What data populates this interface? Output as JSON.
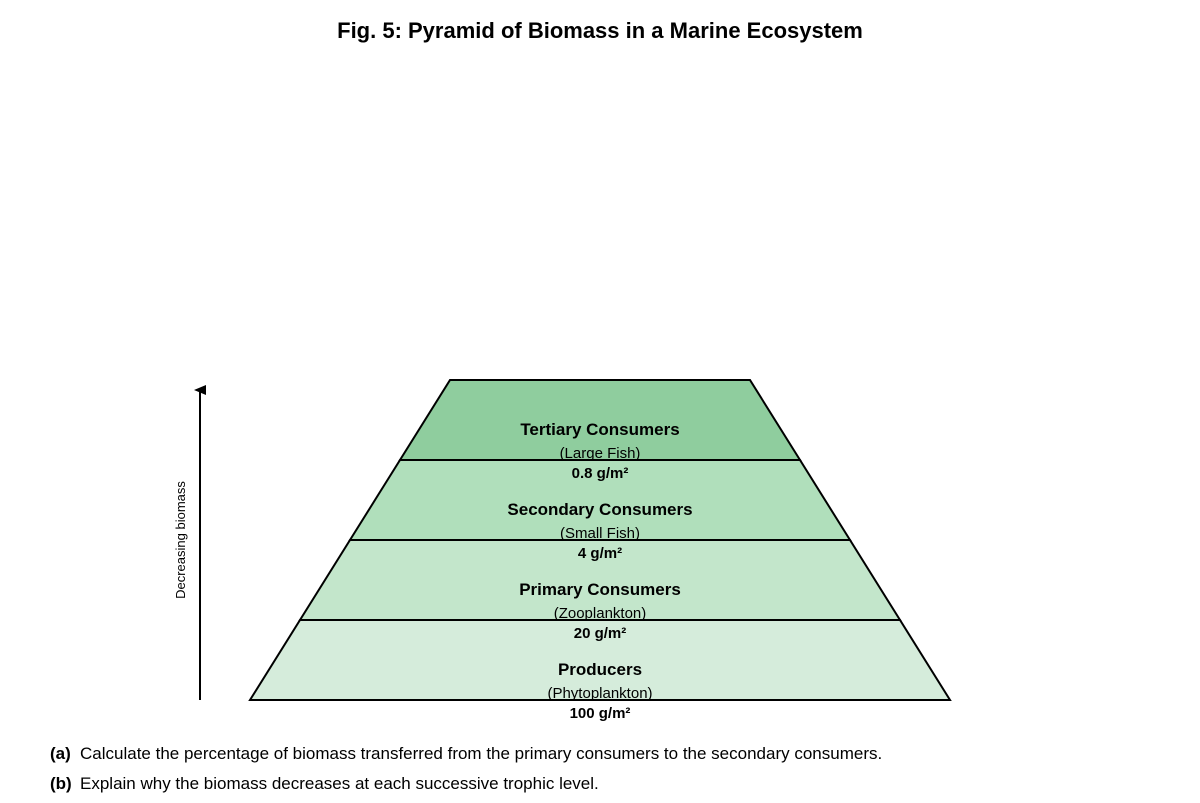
{
  "title": "Fig. 5: Pyramid of Biomass in a Marine Ecosystem",
  "axis_label": "Decreasing biomass",
  "levels": [
    {
      "name": "Tertiary Consumers",
      "organism": "(Large Fish)",
      "biomass": "0.8 g/m²",
      "color": "#8fcd9e"
    },
    {
      "name": "Secondary Consumers",
      "organism": "(Small Fish)",
      "biomass": "4 g/m²",
      "color": "#b0dfbb"
    },
    {
      "name": "Primary Consumers",
      "organism": "(Zooplankton)",
      "biomass": "20 g/m²",
      "color": "#c3e6cb"
    },
    {
      "name": "Producers",
      "organism": "(Phytoplankton)",
      "biomass": "100 g/m²",
      "color": "#d5ecdb"
    }
  ],
  "questions": [
    {
      "marker": "(a)",
      "text": "Calculate the percentage of biomass transferred from the primary consumers to the secondary consumers."
    },
    {
      "marker": "(b)",
      "text": "Explain why the biomass decreases at each successive trophic level."
    }
  ]
}
